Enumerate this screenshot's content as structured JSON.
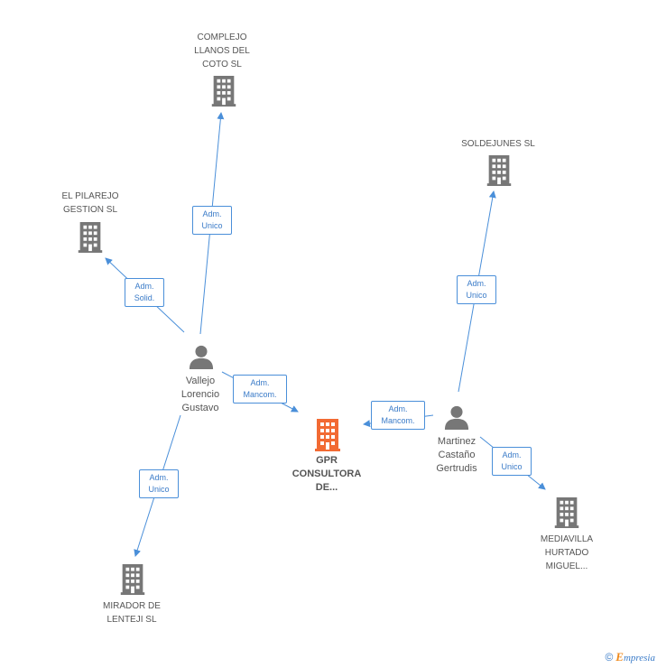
{
  "colors": {
    "edge": "#4a8fd9",
    "company": "#777777",
    "focus_company": "#f26a33",
    "person": "#777777"
  },
  "companies": {
    "complejo": "COMPLEJO\nLLANOS DEL\nCOTO SL",
    "pilarejo": "EL PILAREJO\nGESTION SL",
    "soldejunes": "SOLDEJUNES SL",
    "gpr": "GPR\nCONSULTORA\nDE...",
    "mirador": "MIRADOR DE\nLENTEJI SL",
    "mediavilla": "MEDIAVILLA\nHURTADO\nMIGUEL..."
  },
  "persons": {
    "vallejo": "Vallejo\nLorencio\nGustavo",
    "martinez": "Martinez\nCastaño\nGertrudis"
  },
  "edges": {
    "vallejo_complejo": "Adm.\nUnico",
    "vallejo_pilarejo": "Adm.\nSolid.",
    "vallejo_gpr": "Adm.\nMancom.",
    "vallejo_mirador": "Adm.\nUnico",
    "martinez_soldejunes": "Adm.\nUnico",
    "martinez_gpr": "Adm.\nMancom.",
    "martinez_mediavilla": "Adm.\nUnico"
  },
  "footer": {
    "copyright": "©",
    "brand_first": "E",
    "brand_rest": "mpresia"
  }
}
